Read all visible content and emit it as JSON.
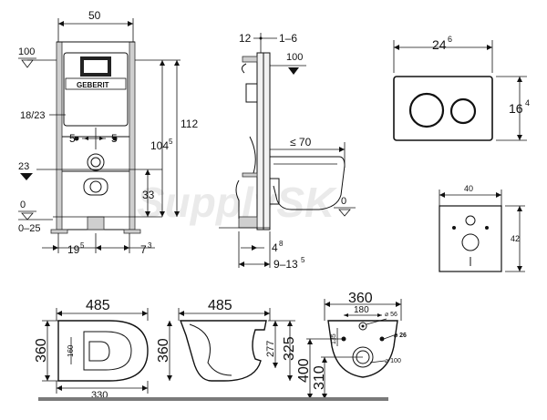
{
  "watermark": "SupplySK",
  "frame_front": {
    "width": "50",
    "marker_top": "100",
    "marker_mid": "23",
    "marker_floor": "0",
    "floor_range": "0–25",
    "left_label": "18/23",
    "side_gap_left": "5",
    "side_gap_right": "5",
    "height_total": "112",
    "height_frame_main": "104",
    "height_frame_sup": "5",
    "height_outlet": "33",
    "bottom_left_main": "19",
    "bottom_left_sup": "5",
    "bottom_right_main": "7",
    "bottom_right_sup": "3",
    "brand": "GEBERIT"
  },
  "frame_side": {
    "top_left": "12",
    "top_right": "1–6",
    "marker_top": "100",
    "projection": "≤ 70",
    "marker_floor": "0",
    "bottom_small_main": "4",
    "bottom_small_sup": "8",
    "bottom_range_main": "9–13",
    "bottom_range_sup": "5"
  },
  "flush_plate": {
    "width_main": "24",
    "width_sup": "6",
    "height_main": "16",
    "height_sup": "4"
  },
  "wall_plate": {
    "width": "40",
    "height": "42"
  },
  "bowl_top": {
    "length": "485",
    "width": "360",
    "inner": "160",
    "rim": "330"
  },
  "bowl_side": {
    "length": "485",
    "height": "360",
    "depth": "277",
    "rim": "325"
  },
  "bowl_back": {
    "width": "360",
    "inner": "180",
    "mount_height": "400",
    "pipe_height": "310",
    "side_dim": "135",
    "dia_small": "⌀ 56",
    "dia_mount": "⌀ 26",
    "dia_pipe": "⌀ 100"
  }
}
